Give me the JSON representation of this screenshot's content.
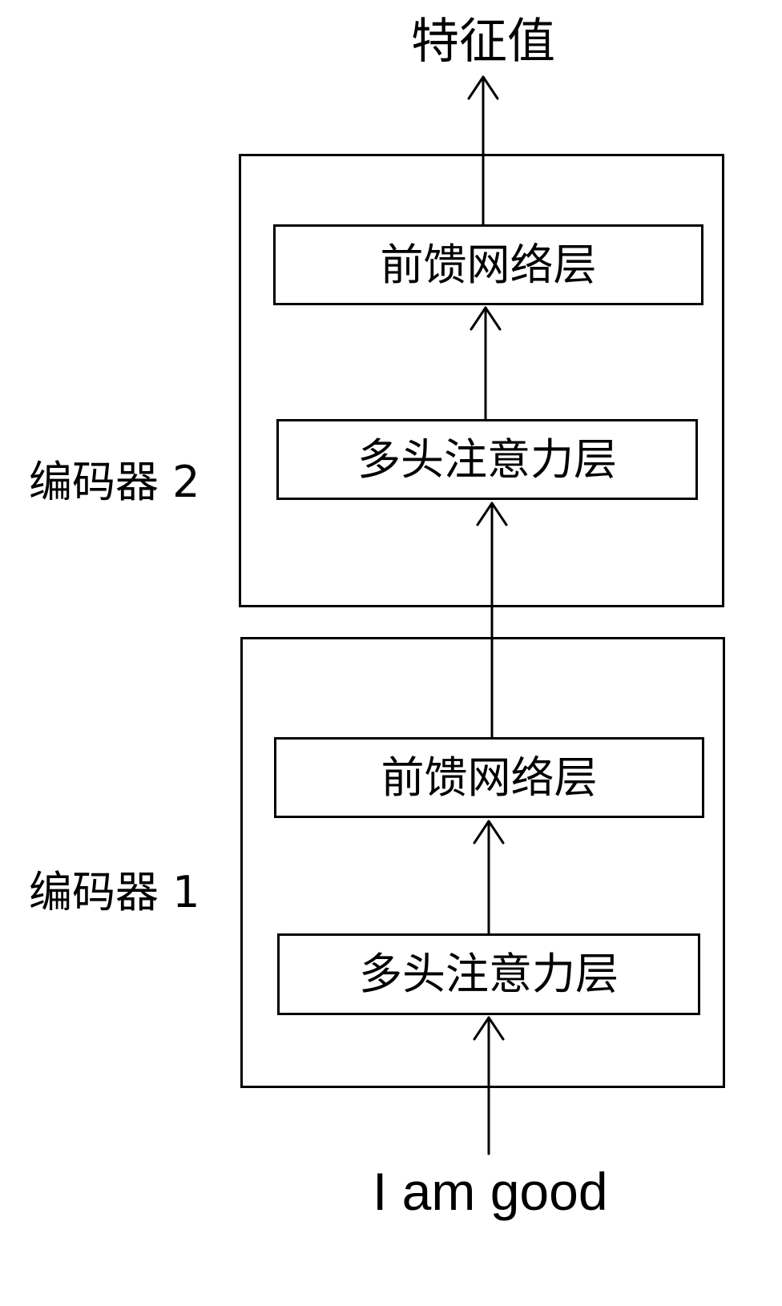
{
  "output_label": "特征值",
  "input_label": "I am good",
  "encoder2": {
    "label": "编码器 2",
    "ffn_label": "前馈网络层",
    "attn_label": "多头注意力层"
  },
  "encoder1": {
    "label": "编码器 1",
    "ffn_label": "前馈网络层",
    "attn_label": "多头注意力层"
  },
  "colors": {
    "stroke": "#000000",
    "background": "#ffffff"
  }
}
